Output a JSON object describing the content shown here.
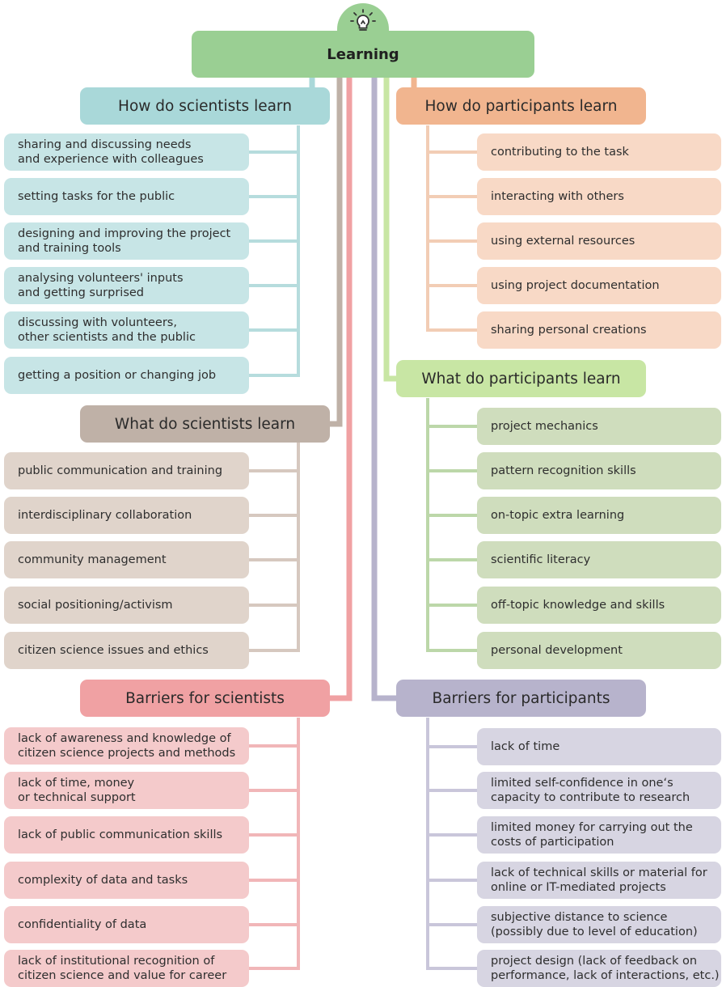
{
  "title": "Learning",
  "icon": "lightbulb-icon",
  "colors": {
    "root": "#9acf93",
    "teal": "#a9d8d9",
    "teal_item": "#c7e5e6",
    "teal_line": "#b6dcdd",
    "brown": "#bfb1a7",
    "brown_item": "#e0d4cb",
    "brown_line": "#d6c8bf",
    "red": "#f0a1a3",
    "red_item": "#f4cacb",
    "red_line": "#f1b6b8",
    "orange": "#f1b58f",
    "orange_item": "#f8d9c6",
    "orange_line": "#f2cdb5",
    "green": "#c8e6a4",
    "green_item": "#cfddbd",
    "green_line": "#bcd7a9",
    "purple": "#b7b3cc",
    "purple_item": "#d7d5e2",
    "purple_line": "#c9c6da"
  },
  "left": {
    "scientists_learn": {
      "title": "How do scientists learn",
      "items": [
        "sharing and discussing needs\nand experience with colleagues",
        "setting tasks for the public",
        "designing and improving the project\nand training tools",
        "analysing volunteers' inputs\nand getting surprised",
        "discussing with volunteers,\nother scientists and the public",
        "getting a position or changing job"
      ]
    },
    "scientists_what": {
      "title": "What do scientists learn",
      "items": [
        "public communication and training",
        "interdisciplinary collaboration",
        "community management",
        "social positioning/activism",
        "citizen science issues and ethics"
      ]
    },
    "scientists_barriers": {
      "title": "Barriers for scientists",
      "items": [
        "lack of awareness and knowledge of\ncitizen science projects and methods",
        "lack of time, money\nor technical support",
        "lack of public communication skills",
        "complexity of data and tasks",
        "confidentiality of data",
        "lack of institutional recognition of\ncitizen science and value for career"
      ]
    }
  },
  "right": {
    "participants_learn": {
      "title": "How do participants learn",
      "items": [
        "contributing to the task",
        "interacting with others",
        "using external resources",
        "using project documentation",
        "sharing personal creations"
      ]
    },
    "participants_what": {
      "title": "What do participants learn",
      "items": [
        "project mechanics",
        "pattern recognition skills",
        "on-topic extra learning",
        "scientific literacy",
        "off-topic knowledge and skills",
        "personal development"
      ]
    },
    "participants_barriers": {
      "title": "Barriers for participants",
      "items": [
        "lack of time",
        "limited self-confidence in one‘s\ncapacity to contribute to research",
        "limited money for carrying out the\ncosts of participation",
        "lack of technical skills or material for\nonline or IT-mediated projects",
        "subjective distance to science\n(possibly due to level of education)",
        "project design (lack of feedback on\nperformance, lack of interactions, etc.)"
      ]
    }
  }
}
